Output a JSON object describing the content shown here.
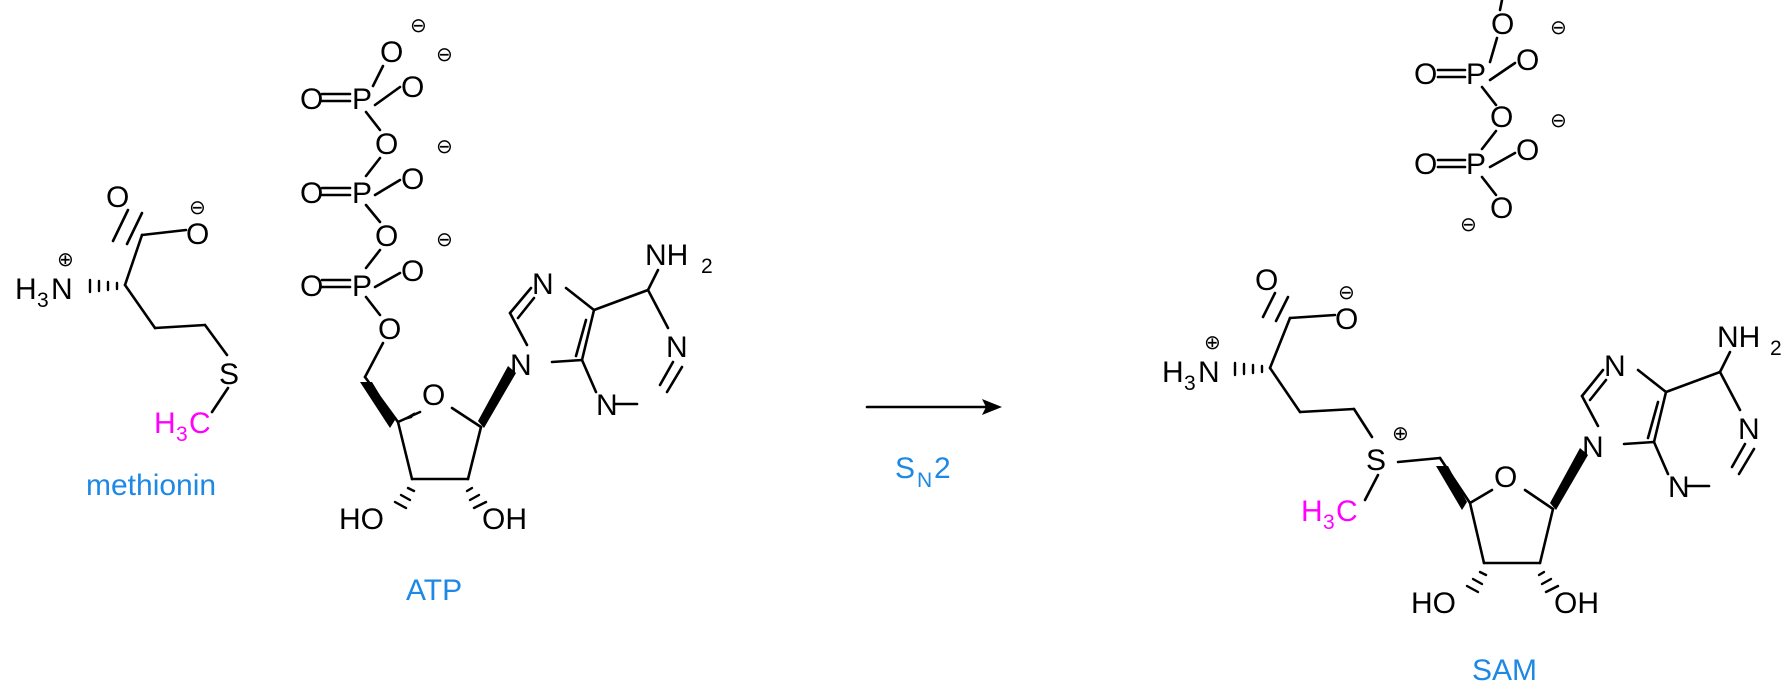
{
  "colors": {
    "label": "#1e88e5",
    "methyl": "#ff00ff",
    "bond": "#000000"
  },
  "labels": {
    "methionine": "methionin",
    "atp": "ATP",
    "sam": "SAM",
    "reaction_s": "S",
    "reaction_sub": "N",
    "reaction_num": "2"
  },
  "atoms": {
    "O": "O",
    "P": "P",
    "N": "N",
    "S": "S",
    "H": "H",
    "C": "C",
    "OH": "OH",
    "HO": "HO",
    "NH": "NH",
    "sub2": "2",
    "sub3": "3",
    "plus": "⊕",
    "minus": "⊖",
    "methyl_h": "H",
    "methyl_sub": "3",
    "methyl_c": "C"
  }
}
